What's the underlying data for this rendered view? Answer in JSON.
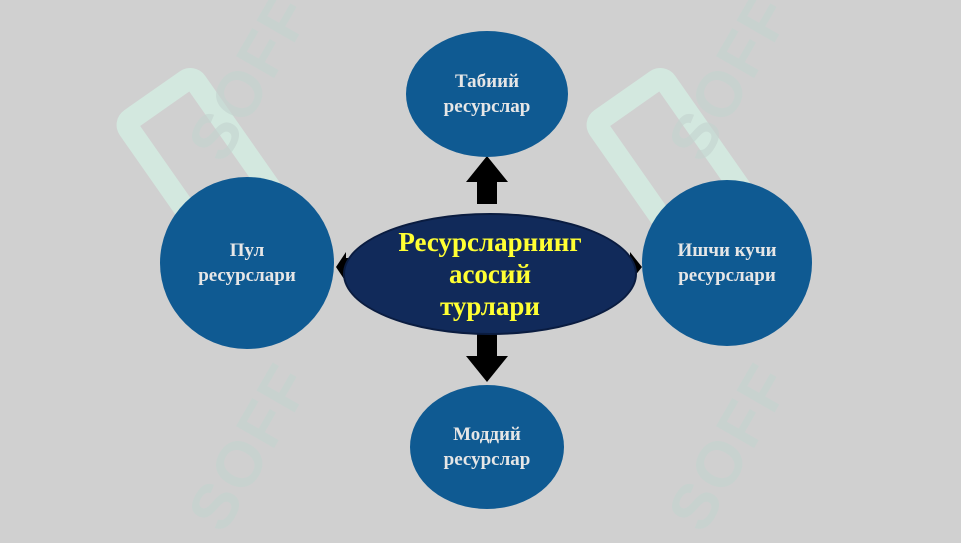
{
  "center": {
    "line1": "Ресурсларнинг",
    "line2": "асосий",
    "line3": "турлари"
  },
  "nodes": {
    "top": {
      "line1": "Табиий",
      "line2": "ресурслар"
    },
    "left": {
      "line1": "Пул",
      "line2": "ресурслари"
    },
    "right": {
      "line1": "Ишчи кучи",
      "line2": "ресурслари"
    },
    "bottom": {
      "line1": "Моддий",
      "line2": "ресурслар"
    }
  },
  "watermark": {
    "text": "SOFF"
  },
  "colors": {
    "background": "#d0d0d0",
    "node_fill": "#0f5a92",
    "center_fill": "#112a5a",
    "center_text": "#ffff33",
    "node_text": "#e6e6e6",
    "arrow": "#000000"
  }
}
